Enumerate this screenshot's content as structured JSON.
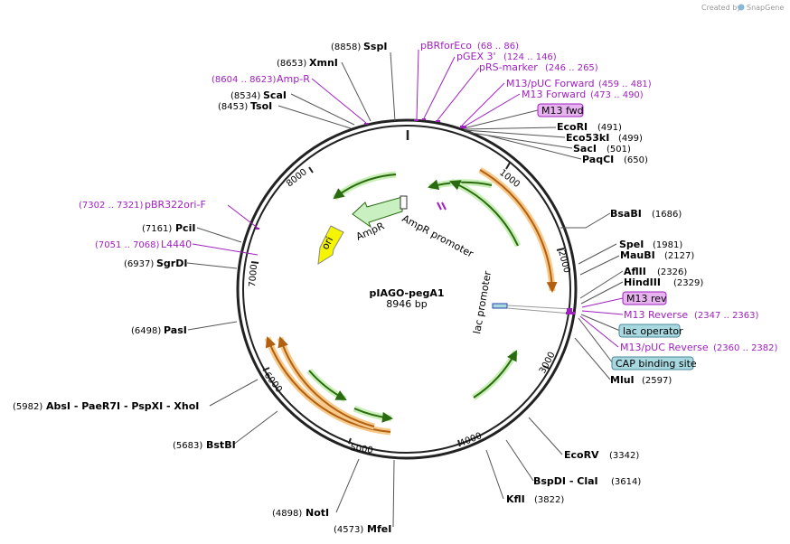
{
  "credit": {
    "prefix": "Created by",
    "brand": "SnapGene"
  },
  "plasmid": {
    "name": "pIAGO-pegA1",
    "size_label": "8946 bp",
    "length": 8946
  },
  "ticks": [
    "1000",
    "2000",
    "3000",
    "4000",
    "5000",
    "6000",
    "7000",
    "8000"
  ],
  "features": {
    "ampr_label": "AmpR",
    "ampr_promoter_label": "AmpR promoter",
    "ori_label": "ori",
    "lac_promoter_label": "lac promoter"
  },
  "sites": [
    {
      "name": "SspI",
      "pos": "(8858)"
    },
    {
      "name": "XmnI",
      "pos": "(8653)"
    },
    {
      "name": "Amp-R",
      "pos": "(8604 .. 8623)"
    },
    {
      "name": "ScaI",
      "pos": "(8534)"
    },
    {
      "name": "TsoI",
      "pos": "(8453)"
    },
    {
      "name": "pBRforEco",
      "pos": "(68 .. 86)"
    },
    {
      "name": "pGEX 3'",
      "pos": "(124 .. 146)"
    },
    {
      "name": "pRS-marker",
      "pos": "(246 .. 265)"
    },
    {
      "name": "M13/pUC Forward",
      "pos": "(459 .. 481)"
    },
    {
      "name": "M13 Forward",
      "pos": "(473 .. 490)"
    },
    {
      "name": "M13 fwd",
      "pos": ""
    },
    {
      "name": "EcoRI",
      "pos": "(491)"
    },
    {
      "name": "Eco53kI",
      "pos": "(499)"
    },
    {
      "name": "SacI",
      "pos": "(501)"
    },
    {
      "name": "PaqCI",
      "pos": "(650)"
    },
    {
      "name": "BsaBI",
      "pos": "(1686)"
    },
    {
      "name": "SpeI",
      "pos": "(1981)"
    },
    {
      "name": "MauBI",
      "pos": "(2127)"
    },
    {
      "name": "AflII",
      "pos": "(2326)"
    },
    {
      "name": "HindIII",
      "pos": "(2329)"
    },
    {
      "name": "M13 rev",
      "pos": ""
    },
    {
      "name": "M13 Reverse",
      "pos": "(2347 .. 2363)"
    },
    {
      "name": "lac operator",
      "pos": ""
    },
    {
      "name": "M13/pUC Reverse",
      "pos": "(2360 .. 2382)"
    },
    {
      "name": "CAP binding site",
      "pos": ""
    },
    {
      "name": "MluI",
      "pos": "(2597)"
    },
    {
      "name": "EcoRV",
      "pos": "(3342)"
    },
    {
      "name": "BspDI - ClaI",
      "pos": "(3614)"
    },
    {
      "name": "KflI",
      "pos": "(3822)"
    },
    {
      "name": "NotI",
      "pos": "(4898)"
    },
    {
      "name": "MfeI",
      "pos": "(4573)"
    },
    {
      "name": "BstBI",
      "pos": "(5683)"
    },
    {
      "name": "AbsI - PaeR7I - PspXI - XhoI",
      "pos": "(5982)"
    },
    {
      "name": "PasI",
      "pos": "(6498)"
    },
    {
      "name": "SgrDI",
      "pos": "(6937)"
    },
    {
      "name": "L4440",
      "pos": "(7051 .. 7068)"
    },
    {
      "name": "PciI",
      "pos": "(7161)"
    },
    {
      "name": "pBR322ori-F",
      "pos": "(7302 .. 7321)"
    }
  ],
  "colors": {
    "backbone": "#222222",
    "primer": "#a020c0",
    "primer_box": "#e8b4f0",
    "feature_box": "#a8d8e0",
    "orange_feature": "#f2a640",
    "green_arrow": "#4aa82a",
    "ori": "#f5f500"
  }
}
